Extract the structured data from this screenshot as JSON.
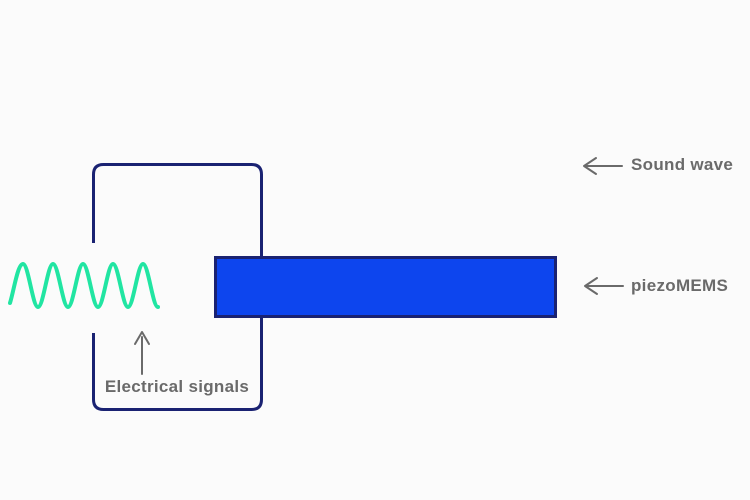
{
  "diagram": {
    "labels": {
      "electrical_signals": "Electrical signals",
      "sound_wave": "Sound wave",
      "piezomems": "piezoMEMS"
    },
    "icons": {
      "electrical_signals_arrow": "up-arrow-icon",
      "sound_wave_arrow": "left-arrow-icon",
      "piezomems_arrow": "left-arrow-icon",
      "signal_waveform": "sine-wave-icon"
    },
    "colors": {
      "background": "#fbfbfb",
      "navy": "#1a2272",
      "bar_blue": "#0d45ee",
      "wave_green": "#21e5a2",
      "text_gray": "#6a6a6a"
    }
  },
  "colors": {
    "background": "#fbfbfb",
    "navy": "#1a2272",
    "bar_blue": "#0d45ee",
    "wave_green": "#21e5a2",
    "text_gray": "#6a6a6a"
  }
}
